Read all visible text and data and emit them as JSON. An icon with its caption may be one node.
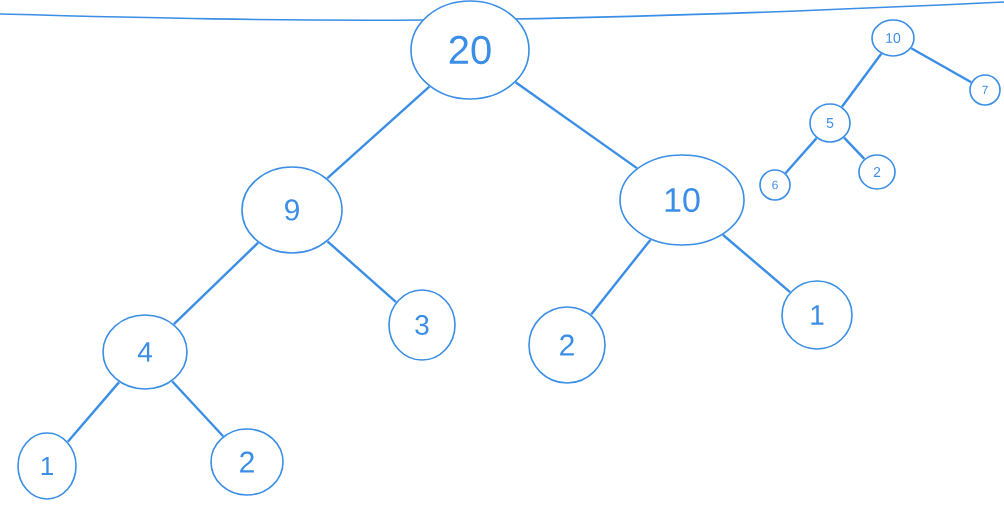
{
  "diagram": {
    "nodes": [
      {
        "text": [
          "20"
        ]
      },
      {
        "text": [
          "9"
        ]
      },
      {
        "text": [
          "10"
        ]
      },
      {
        "text": [
          "4"
        ]
      },
      {
        "text": [
          "3"
        ]
      },
      {
        "text": [
          "2"
        ]
      },
      {
        "text": [
          "1"
        ]
      },
      {
        "text": [
          "1"
        ]
      },
      {
        "text": [
          "2"
        ]
      },
      {
        "text": [
          "10"
        ]
      },
      {
        "text": [
          "5"
        ]
      },
      {
        "text": [
          "7"
        ]
      },
      {
        "text": [
          "6"
        ]
      },
      {
        "text": [
          "2"
        ]
      }
    ],
    "edges": [
      {
        "from": 0,
        "to": 1,
        "arrow": "none"
      },
      {
        "from": 0,
        "to": 2,
        "arrow": "none"
      },
      {
        "from": 1,
        "to": 3,
        "arrow": "none"
      },
      {
        "from": 1,
        "to": 4,
        "arrow": "none"
      },
      {
        "from": 2,
        "to": 5,
        "arrow": "none"
      },
      {
        "from": 2,
        "to": 6,
        "arrow": "none"
      },
      {
        "from": 3,
        "to": 7,
        "arrow": "none"
      },
      {
        "from": 3,
        "to": 8,
        "arrow": "none"
      },
      {
        "from": 9,
        "to": 10,
        "arrow": "none"
      },
      {
        "from": 9,
        "to": 11,
        "arrow": "none"
      },
      {
        "from": 10,
        "to": 12,
        "arrow": "none"
      },
      {
        "from": 10,
        "to": 13,
        "arrow": "none"
      }
    ]
  }
}
